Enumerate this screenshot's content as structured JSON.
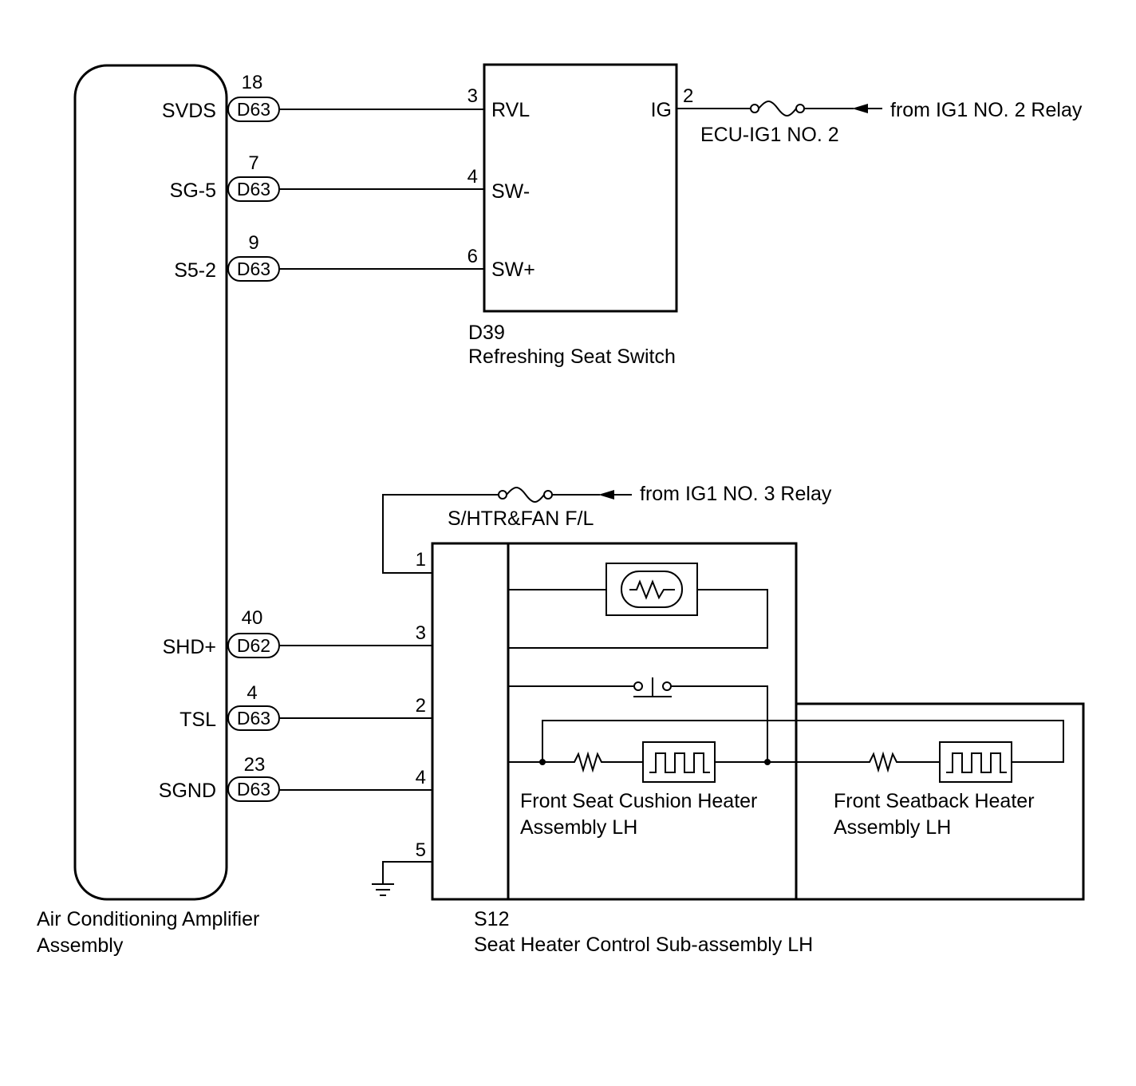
{
  "amplifier": {
    "name_line1": "Air Conditioning Amplifier",
    "name_line2": "Assembly",
    "terminals": [
      {
        "label": "SVDS",
        "pin": "18",
        "connector": "D63"
      },
      {
        "label": "SG-5",
        "pin": "7",
        "connector": "D63"
      },
      {
        "label": "S5-2",
        "pin": "9",
        "connector": "D63"
      },
      {
        "label": "SHD+",
        "pin": "40",
        "connector": "D62"
      },
      {
        "label": "TSL",
        "pin": "4",
        "connector": "D63"
      },
      {
        "label": "SGND",
        "pin": "23",
        "connector": "D63"
      }
    ]
  },
  "refresh_switch": {
    "code": "D39",
    "name": "Refreshing Seat Switch",
    "pins": [
      {
        "pin": "3",
        "label": "RVL"
      },
      {
        "pin": "4",
        "label": "SW-"
      },
      {
        "pin": "6",
        "label": "SW+"
      },
      {
        "pin": "2",
        "label": "IG"
      }
    ]
  },
  "fuse_ig1_no2": {
    "name": "ECU-IG1 NO. 2",
    "source": "from IG1 NO. 2 Relay"
  },
  "fuse_ig1_no3": {
    "name": "S/HTR&FAN F/L",
    "source": "from IG1 NO. 3 Relay"
  },
  "heater_control": {
    "code": "S12",
    "name": "Seat Heater Control Sub-assembly LH",
    "pins": [
      "1",
      "3",
      "2",
      "4",
      "5"
    ]
  },
  "cushion_heater": {
    "line1": "Front Seat Cushion Heater",
    "line2": "Assembly LH"
  },
  "seatback_heater": {
    "line1": "Front Seatback Heater",
    "line2": "Assembly LH"
  }
}
